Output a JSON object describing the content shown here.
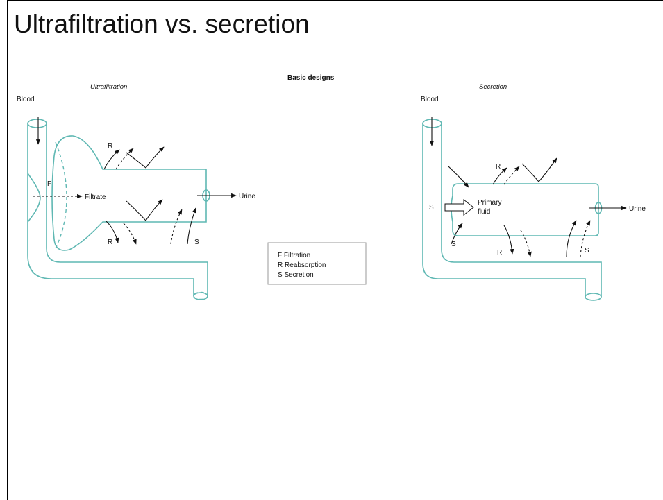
{
  "slide": {
    "title": "Ultrafiltration vs. secretion"
  },
  "figure": {
    "heading": "Basic designs",
    "ultrafiltration": {
      "title": "Ultrafiltration",
      "blood": "Blood",
      "filtrate": "Filtrate",
      "urine": "Urine",
      "f": "F",
      "r_top": "R",
      "r_bottom": "R",
      "s": "S"
    },
    "secretion": {
      "title": "Secretion",
      "blood": "Blood",
      "primary": "Primary",
      "fluid": "fluid",
      "urine": "Urine",
      "s_left": "S",
      "s_lower": "S",
      "r_top": "R",
      "r_bottom": "R",
      "s_right": "S"
    },
    "legend": {
      "filtration": "F  Filtration",
      "reabsorption": "R  Reabsorption",
      "secretion": "S  Secretion"
    }
  },
  "colors": {
    "tube": "#5fb8b3",
    "ink": "#111111"
  }
}
